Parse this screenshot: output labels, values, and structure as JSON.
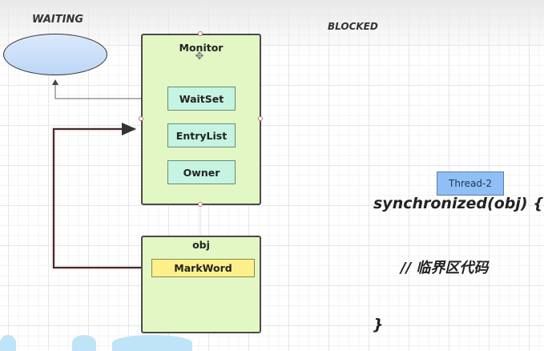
{
  "states": {
    "waiting": "WAITING",
    "blocked": "BLOCKED"
  },
  "monitor": {
    "title": "Monitor",
    "slots": [
      "WaitSet",
      "EntryList",
      "Owner"
    ]
  },
  "obj": {
    "title": "obj",
    "field": "MarkWord"
  },
  "thread": {
    "label": "Thread-2"
  },
  "code": {
    "open": "synchronized(obj) {",
    "comment": "// 临界区代码",
    "close": "}"
  },
  "colors": {
    "monitor_fill": "#e2f7c4",
    "slot_fill": "#c6f4e2",
    "markword_fill": "#fbf08a",
    "thread_fill": "#8ec0f5",
    "ellipse_fill": "#c9defa"
  },
  "icons": [
    "move-icon",
    "arrow-icon"
  ]
}
